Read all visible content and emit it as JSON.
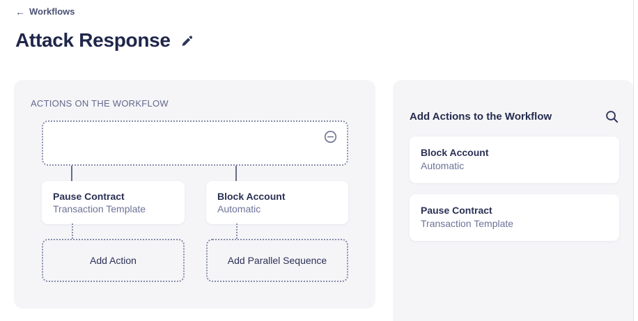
{
  "header": {
    "back_label": "Workflows",
    "back_icon": "←",
    "title": "Attack Response",
    "edit_icon": "pencil-icon"
  },
  "canvas": {
    "label": "ACTIONS ON THE WORKFLOW",
    "root_node_icon": "remove-circle-icon",
    "nodes": [
      {
        "title": "Pause Contract",
        "subtitle": "Transaction Template"
      },
      {
        "title": "Block Account",
        "subtitle": "Automatic"
      }
    ],
    "add_action_label": "Add Action",
    "add_parallel_label": "Add Parallel Sequence"
  },
  "library": {
    "title": "Add Actions to the Workflow",
    "search_icon": "search-icon",
    "items": [
      {
        "title": "Block Account",
        "subtitle": "Automatic"
      },
      {
        "title": "Pause Contract",
        "subtitle": "Transaction Template"
      }
    ]
  },
  "colors": {
    "panel_bg": "#f5f5f8",
    "card_bg": "#ffffff",
    "title_text": "#20264a",
    "subtitle_text": "#6d7398",
    "dotted_border": "#858ba8",
    "connector": "#666c87"
  }
}
